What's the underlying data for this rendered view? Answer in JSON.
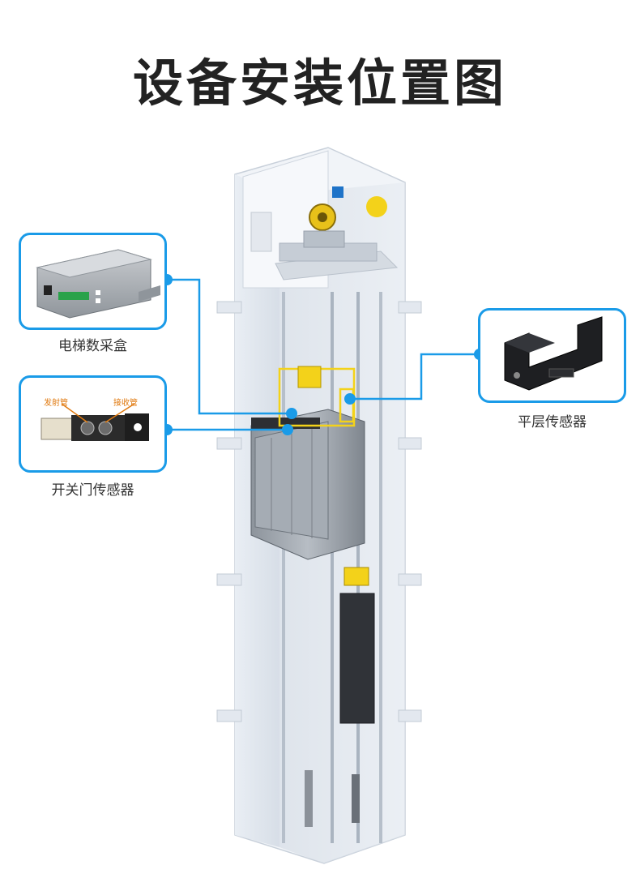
{
  "title": "设备安装位置图",
  "labels": {
    "data_box": "电梯数采盒",
    "door_sensor": "开关门传感器",
    "level_sensor": "平层传感器",
    "emitter": "发射管",
    "receiver": "接收管"
  },
  "colors": {
    "accent": "#1a9be8",
    "sensor_yellow": "#f3d21a",
    "shaft_wall": "#dfe6ee"
  }
}
